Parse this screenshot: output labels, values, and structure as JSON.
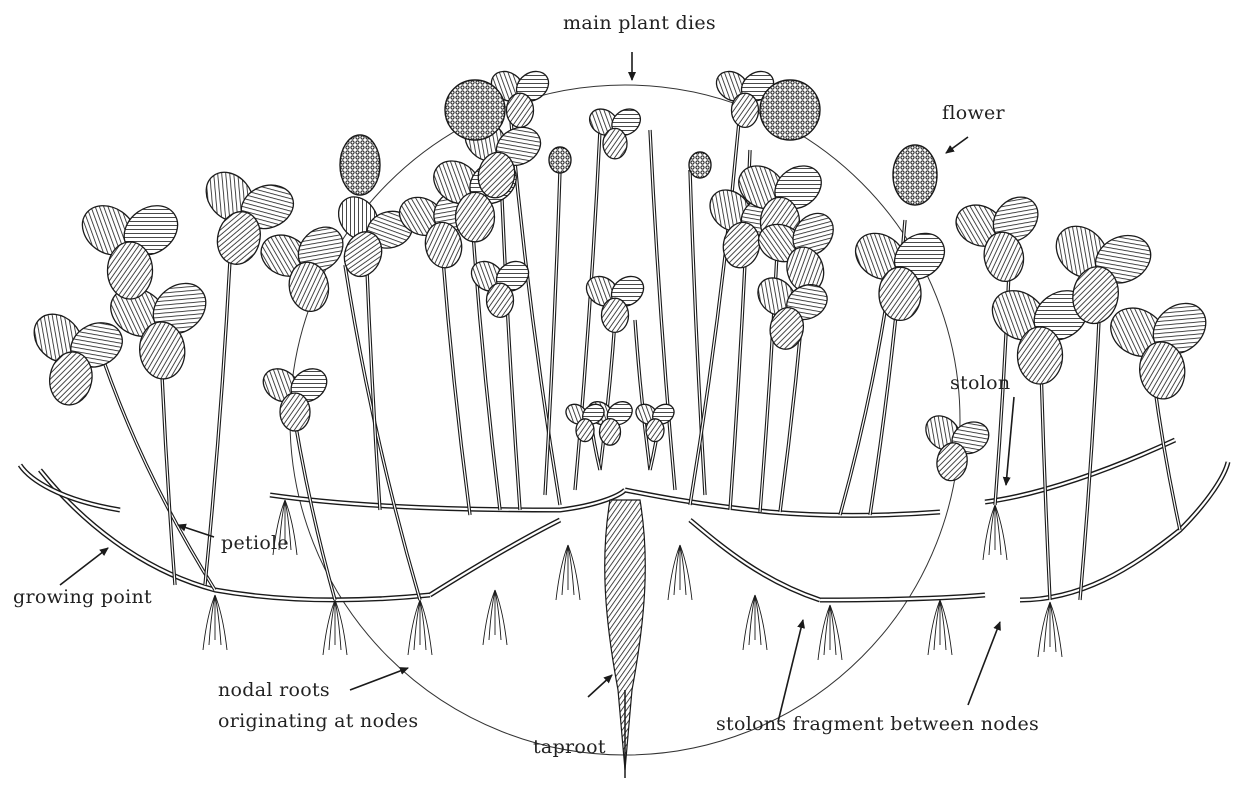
{
  "figure": {
    "labels": {
      "main_plant_dies": "main plant dies",
      "flower": "flower",
      "stolon": "stolon",
      "petiole": "petiole",
      "growing_point": "growing point",
      "nodal_roots_line1": "nodal roots",
      "nodal_roots_line2": "originating at nodes",
      "taproot": "taproot",
      "stolons_fragment": "stolons fragment between nodes"
    },
    "colors": {
      "ink": "#1a1a1a",
      "paper": "#ffffff"
    }
  }
}
